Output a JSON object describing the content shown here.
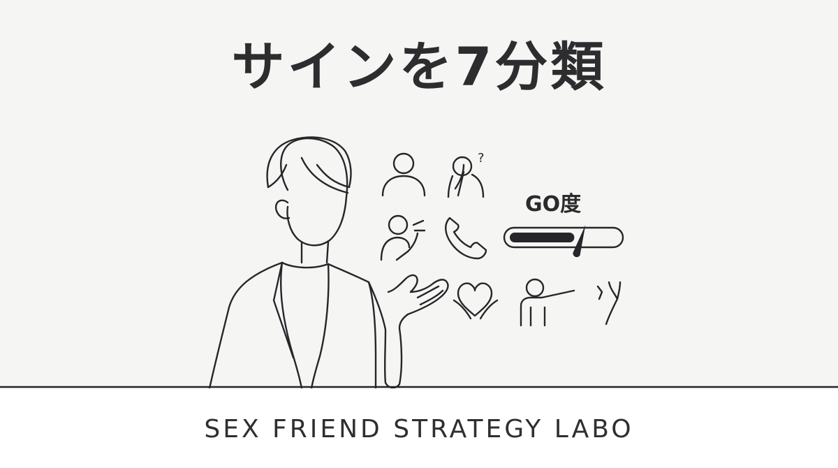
{
  "header": {
    "title": "サインを7分類"
  },
  "gauge": {
    "label": "GO度",
    "level_percent": 60
  },
  "icons": {
    "q1": "?",
    "q2": "?"
  },
  "footer": {
    "brand": "SEX FRIEND STRATEGY LABO"
  },
  "colors": {
    "background": "#f5f5f3",
    "ink": "#26262a",
    "footer_bg": "#ffffff"
  }
}
